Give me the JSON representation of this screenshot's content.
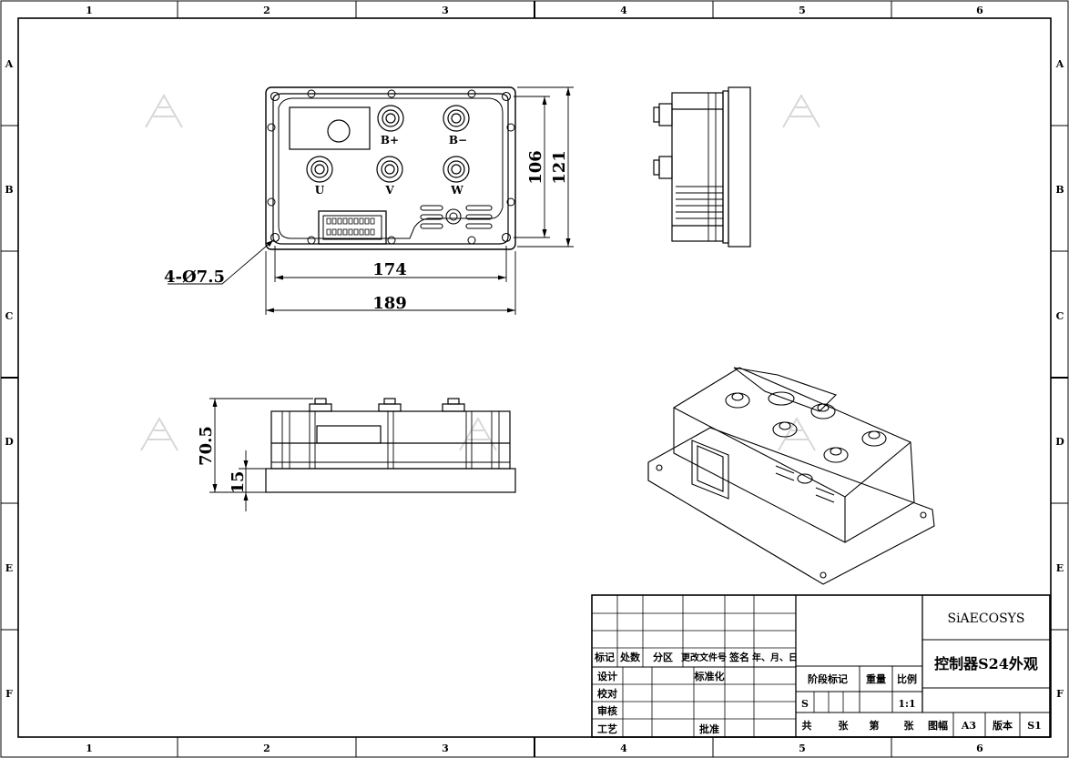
{
  "border": {
    "col_labels": [
      "1",
      "2",
      "3",
      "4",
      "5",
      "6"
    ],
    "row_labels": [
      "A",
      "B",
      "C",
      "D",
      "E",
      "F"
    ]
  },
  "dimensions": {
    "width_inner": "174",
    "width_outer": "189",
    "height_inner": "106",
    "height_outer": "121",
    "holes": "4-Ø7.5",
    "side_height": "70.5",
    "base_height": "15"
  },
  "terminals": {
    "b_plus": "B+",
    "b_minus": "B−",
    "u": "U",
    "v": "V",
    "w": "W"
  },
  "title_block": {
    "company": "SiAECOSYS",
    "drawing_title": "控制器S24外观",
    "rev_headers": [
      "标记",
      "处数",
      "分区",
      "更改文件号",
      "签名",
      "年、月、日"
    ],
    "role_labels": [
      "设计",
      "校对",
      "审核",
      "工艺"
    ],
    "standardization": "标准化",
    "approve": "批准",
    "stage_mark": "阶段标记",
    "weight": "重量",
    "scale_label": "比例",
    "stage_value": "S",
    "scale_value": "1:1",
    "total_label": "共",
    "sheet_unit_1": "张",
    "page_label": "第",
    "sheet_unit_2": "张",
    "format_label": "图幅",
    "format_value": "A3",
    "version_label": "版本",
    "version_value": "S1"
  }
}
